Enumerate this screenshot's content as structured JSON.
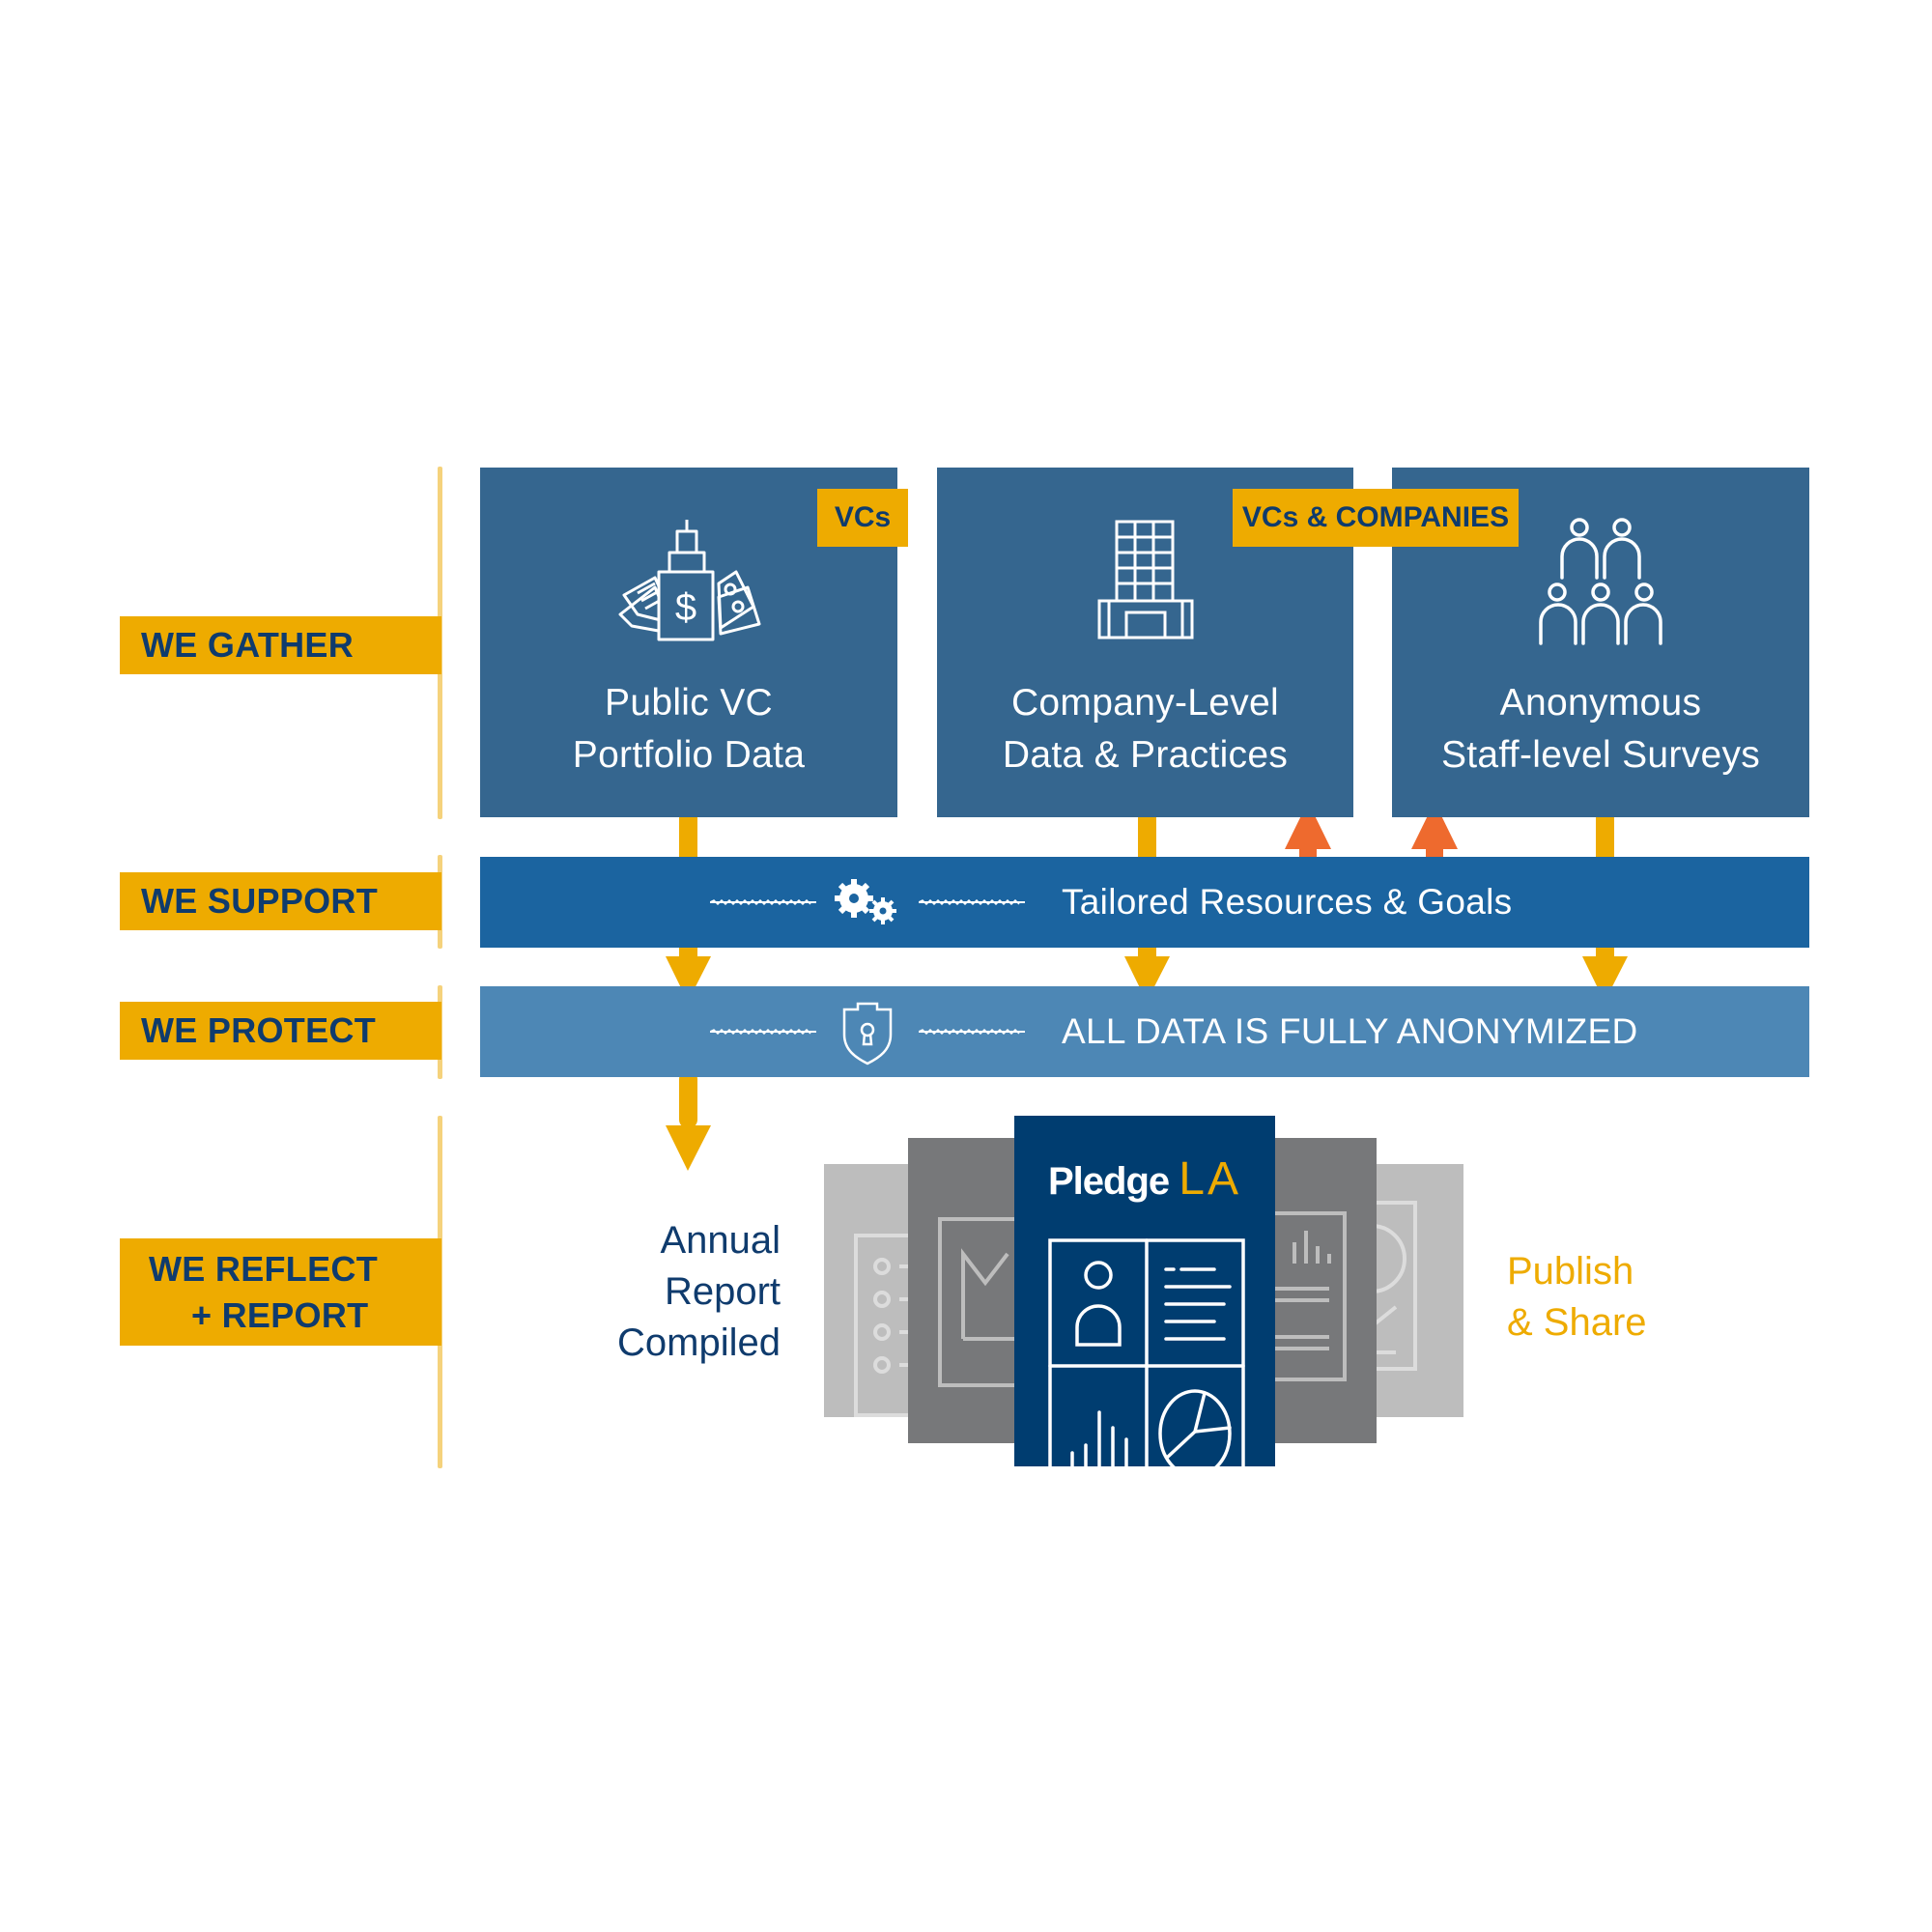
{
  "stages": [
    {
      "id": "gather",
      "label_lines": [
        "WE GATHER"
      ]
    },
    {
      "id": "support",
      "label_lines": [
        "WE SUPPORT"
      ]
    },
    {
      "id": "protect",
      "label_lines": [
        "WE PROTECT"
      ]
    },
    {
      "id": "reflect",
      "label_lines": [
        "WE REFLECT",
        "+ REPORT"
      ]
    }
  ],
  "sources": [
    {
      "title_lines": [
        "Public VC",
        "Portfolio Data"
      ],
      "icon": "skyscraper-money-icon"
    },
    {
      "title_lines": [
        "Company-Level",
        "Data & Practices"
      ],
      "icon": "office-building-icon"
    },
    {
      "title_lines": [
        "Anonymous",
        "Staff-level Surveys"
      ],
      "icon": "people-group-icon"
    }
  ],
  "tags": {
    "vcs": "VCs",
    "vcs_companies": "VCs & COMPANIES"
  },
  "support_bar": {
    "text": "Tailored Resources & Goals",
    "icon": "gears-icon"
  },
  "protect_bar": {
    "text": "ALL DATA IS FULLY ANONYMIZED",
    "icon": "shield-lock-icon"
  },
  "report": {
    "compiled_lines": [
      "Annual",
      "Report",
      "Compiled"
    ],
    "publish_lines": [
      "Publish",
      "& Share"
    ],
    "logo_main": "Pledge",
    "logo_accent": "LA"
  },
  "colors": {
    "gold": "#eeab00",
    "navy": "#0f3b6d",
    "box_blue": "#35668f",
    "support_blue": "#1b64a0",
    "protect_blue": "#4d87b5",
    "orange_arrow": "#ee6a2e",
    "card_navy": "#003d70",
    "card_dark_gray": "#77787a",
    "card_light_gray": "#bdbdbd"
  }
}
